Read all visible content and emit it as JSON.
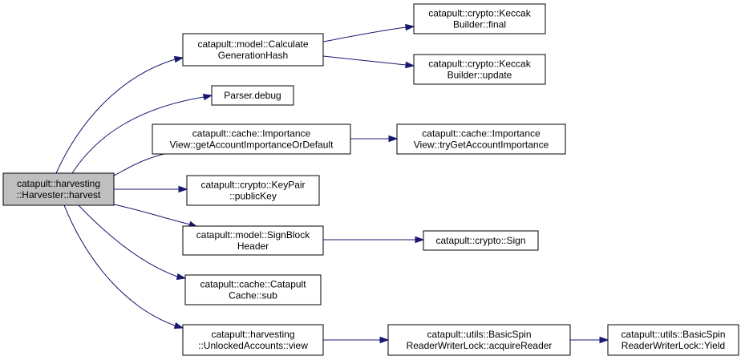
{
  "graph": {
    "colors": {
      "edge": "#191970",
      "node_border": "#000000",
      "node_fill": "#ffffff",
      "root_fill": "#bfbfbf"
    },
    "nodes": [
      {
        "id": "root",
        "lines": [
          "catapult::harvesting",
          "::Harvester::harvest"
        ],
        "root": true
      },
      {
        "id": "calcgen",
        "lines": [
          "catapult::model::Calculate",
          "GenerationHash"
        ]
      },
      {
        "id": "kfinal",
        "lines": [
          "catapult::crypto::Keccak",
          "Builder::final"
        ]
      },
      {
        "id": "kupdate",
        "lines": [
          "catapult::crypto::Keccak",
          "Builder::update"
        ]
      },
      {
        "id": "pdebug",
        "lines": [
          "Parser.debug"
        ]
      },
      {
        "id": "getimp",
        "lines": [
          "catapult::cache::Importance",
          "View::getAccountImportanceOrDefault"
        ]
      },
      {
        "id": "tryimp",
        "lines": [
          "catapult::cache::Importance",
          "View::tryGetAccountImportance"
        ]
      },
      {
        "id": "keypair",
        "lines": [
          "catapult::crypto::KeyPair",
          "::publicKey"
        ]
      },
      {
        "id": "signbh",
        "lines": [
          "catapult::model::SignBlock",
          "Header"
        ]
      },
      {
        "id": "csign",
        "lines": [
          "catapult::crypto::Sign"
        ]
      },
      {
        "id": "ccsub",
        "lines": [
          "catapult::cache::Catapult",
          "Cache::sub"
        ]
      },
      {
        "id": "unlocked",
        "lines": [
          "catapult::harvesting",
          "::UnlockedAccounts::view"
        ]
      },
      {
        "id": "acqreader",
        "lines": [
          "catapult::utils::BasicSpin",
          "ReaderWriterLock::acquireReader"
        ]
      },
      {
        "id": "yield",
        "lines": [
          "catapult::utils::BasicSpin",
          "ReaderWriterLock::Yield"
        ]
      }
    ],
    "edges": [
      {
        "from": "root",
        "to": "calcgen"
      },
      {
        "from": "root",
        "to": "pdebug"
      },
      {
        "from": "root",
        "to": "getimp"
      },
      {
        "from": "root",
        "to": "keypair"
      },
      {
        "from": "root",
        "to": "signbh"
      },
      {
        "from": "root",
        "to": "ccsub"
      },
      {
        "from": "root",
        "to": "unlocked"
      },
      {
        "from": "calcgen",
        "to": "kfinal"
      },
      {
        "from": "calcgen",
        "to": "kupdate"
      },
      {
        "from": "getimp",
        "to": "tryimp"
      },
      {
        "from": "signbh",
        "to": "csign"
      },
      {
        "from": "unlocked",
        "to": "acqreader"
      },
      {
        "from": "acqreader",
        "to": "yield"
      }
    ]
  }
}
